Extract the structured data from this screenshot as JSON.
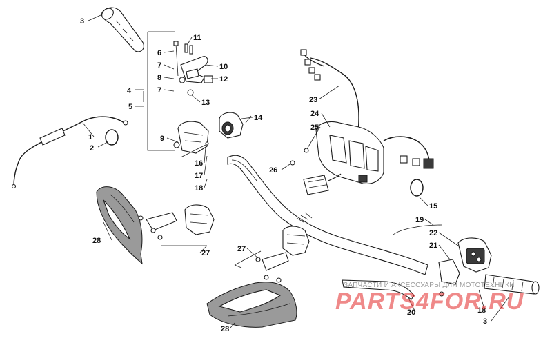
{
  "callouts": {
    "c3a": "3",
    "c1": "1",
    "c2": "2",
    "c4": "4",
    "c5": "5",
    "c6": "6",
    "c7a": "7",
    "c8": "8",
    "c7b": "7",
    "c11": "11",
    "c10": "10",
    "c12": "12",
    "c13": "13",
    "c14": "14",
    "c9": "9",
    "c16": "16",
    "c17": "17",
    "c18a": "18",
    "c23": "23",
    "c24": "24",
    "c25": "25",
    "c26": "26",
    "c15": "15",
    "c19": "19",
    "c22": "22",
    "c21": "21",
    "c28a": "28",
    "c27a": "27",
    "c27b": "27",
    "c28b": "28",
    "c20": "20",
    "c18b": "18",
    "c3b": "3"
  },
  "watermark": {
    "tagline": "ЗАПЧАСТИ И АКСЕССУАРЫ ДЛЯ МОТОТЕХНИКИ",
    "brand": "PARTS4FOR.RU",
    "brand_color": "#e32a2a"
  }
}
